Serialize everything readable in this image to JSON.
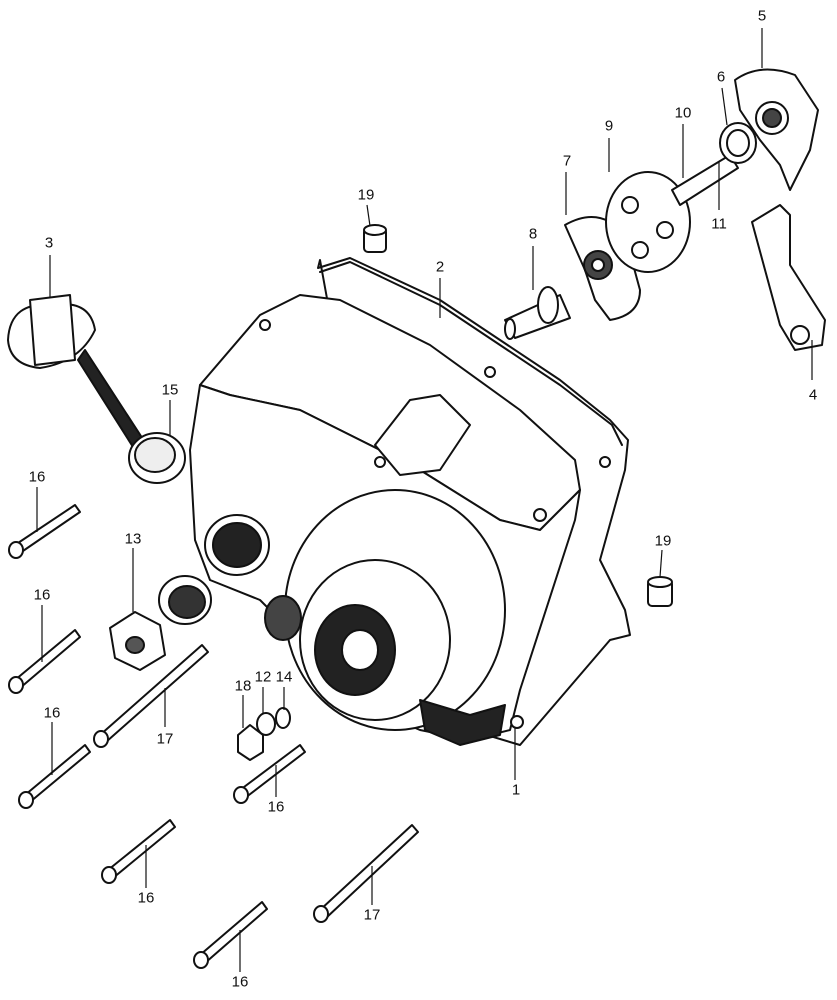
{
  "diagram": {
    "callouts": [
      {
        "id": "c1",
        "text": "1"
      },
      {
        "id": "c2",
        "text": "2"
      },
      {
        "id": "c3",
        "text": "3"
      },
      {
        "id": "c4",
        "text": "4"
      },
      {
        "id": "c5",
        "text": "5"
      },
      {
        "id": "c6",
        "text": "6"
      },
      {
        "id": "c7",
        "text": "7"
      },
      {
        "id": "c8",
        "text": "8"
      },
      {
        "id": "c9",
        "text": "9"
      },
      {
        "id": "c10",
        "text": "10"
      },
      {
        "id": "c11",
        "text": "11"
      },
      {
        "id": "c12",
        "text": "12"
      },
      {
        "id": "c13",
        "text": "13"
      },
      {
        "id": "c14",
        "text": "14"
      },
      {
        "id": "c15",
        "text": "15"
      },
      {
        "id": "c16a",
        "text": "16"
      },
      {
        "id": "c16b",
        "text": "16"
      },
      {
        "id": "c16c",
        "text": "16"
      },
      {
        "id": "c16d",
        "text": "16"
      },
      {
        "id": "c16e",
        "text": "16"
      },
      {
        "id": "c16f",
        "text": "16"
      },
      {
        "id": "c17a",
        "text": "17"
      },
      {
        "id": "c17b",
        "text": "17"
      },
      {
        "id": "c18",
        "text": "18"
      },
      {
        "id": "c19a",
        "text": "19"
      },
      {
        "id": "c19b",
        "text": "19"
      }
    ]
  },
  "colors": {
    "ink": "#111111",
    "paper": "#ffffff"
  }
}
